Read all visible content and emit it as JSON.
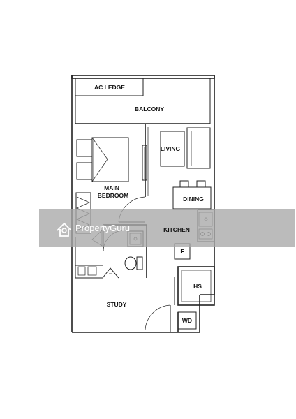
{
  "rooms": {
    "ac_ledge": "AC LEDGE",
    "balcony": "BALCONY",
    "living": "LIVING",
    "main_bedroom_line1": "MAIN",
    "main_bedroom_line2": "BEDROOM",
    "dining": "DINING",
    "kitchen": "KITCHEN",
    "fridge": "F",
    "hs": "HS",
    "study": "STUDY",
    "wd": "WD"
  },
  "watermark": {
    "text": "PropertyGuru"
  },
  "colors": {
    "wall": "#222222",
    "watermark_band": "#a8a8a8",
    "background": "#ffffff"
  }
}
